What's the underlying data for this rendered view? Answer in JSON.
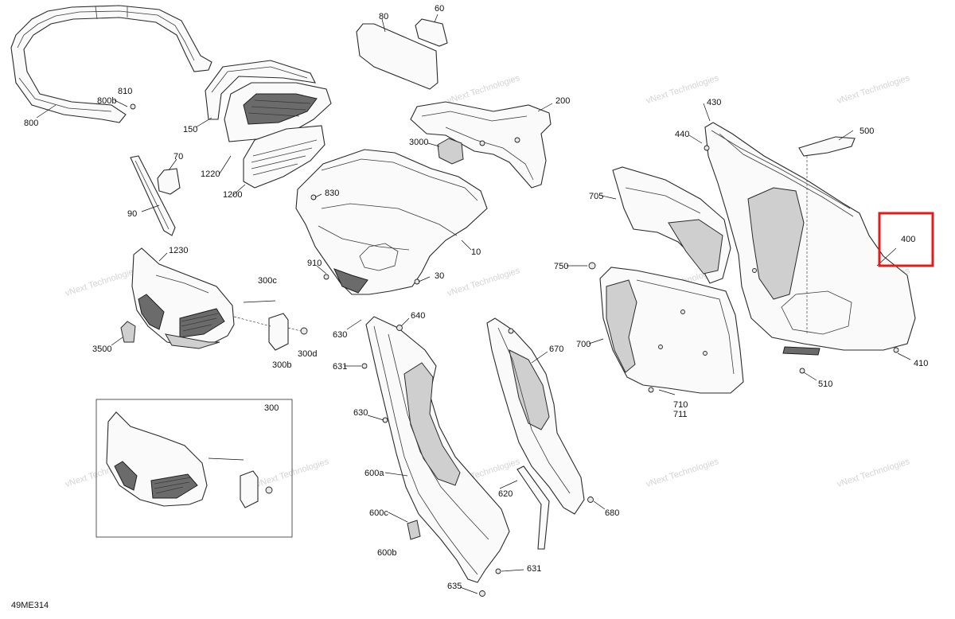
{
  "diagram": {
    "code": "49ME314",
    "watermark": "vNext Technologies",
    "highlight_color": "#e21b1b",
    "highlighted_part": "400",
    "callouts": [
      {
        "id": "c-800",
        "text": "800"
      },
      {
        "id": "c-800b",
        "text": "800b"
      },
      {
        "id": "c-810",
        "text": "810"
      },
      {
        "id": "c-150",
        "text": "150"
      },
      {
        "id": "c-1220",
        "text": "1220"
      },
      {
        "id": "c-1200",
        "text": "1200"
      },
      {
        "id": "c-70",
        "text": "70"
      },
      {
        "id": "c-90",
        "text": "90"
      },
      {
        "id": "c-80",
        "text": "80"
      },
      {
        "id": "c-60",
        "text": "60"
      },
      {
        "id": "c-200",
        "text": "200"
      },
      {
        "id": "c-3000",
        "text": "3000"
      },
      {
        "id": "c-830",
        "text": "830"
      },
      {
        "id": "c-910",
        "text": "910"
      },
      {
        "id": "c-10",
        "text": "10"
      },
      {
        "id": "c-30",
        "text": "30"
      },
      {
        "id": "c-1230",
        "text": "1230"
      },
      {
        "id": "c-300c",
        "text": "300c"
      },
      {
        "id": "c-300d",
        "text": "300d"
      },
      {
        "id": "c-300b",
        "text": "300b"
      },
      {
        "id": "c-3500",
        "text": "3500"
      },
      {
        "id": "c-300",
        "text": "300"
      },
      {
        "id": "c-630a",
        "text": "630"
      },
      {
        "id": "c-640",
        "text": "640"
      },
      {
        "id": "c-631a",
        "text": "631"
      },
      {
        "id": "c-630b",
        "text": "630"
      },
      {
        "id": "c-600a",
        "text": "600a"
      },
      {
        "id": "c-600c",
        "text": "600c"
      },
      {
        "id": "c-600b",
        "text": "600b"
      },
      {
        "id": "c-635",
        "text": "635"
      },
      {
        "id": "c-631b",
        "text": "631"
      },
      {
        "id": "c-620",
        "text": "620"
      },
      {
        "id": "c-670",
        "text": "670"
      },
      {
        "id": "c-680",
        "text": "680"
      },
      {
        "id": "c-705",
        "text": "705"
      },
      {
        "id": "c-750",
        "text": "750"
      },
      {
        "id": "c-700",
        "text": "700"
      },
      {
        "id": "c-710",
        "text": "710"
      },
      {
        "id": "c-711",
        "text": "711"
      },
      {
        "id": "c-430",
        "text": "430"
      },
      {
        "id": "c-440",
        "text": "440"
      },
      {
        "id": "c-500",
        "text": "500"
      },
      {
        "id": "c-400",
        "text": "400"
      },
      {
        "id": "c-410",
        "text": "410"
      },
      {
        "id": "c-510",
        "text": "510"
      }
    ]
  }
}
